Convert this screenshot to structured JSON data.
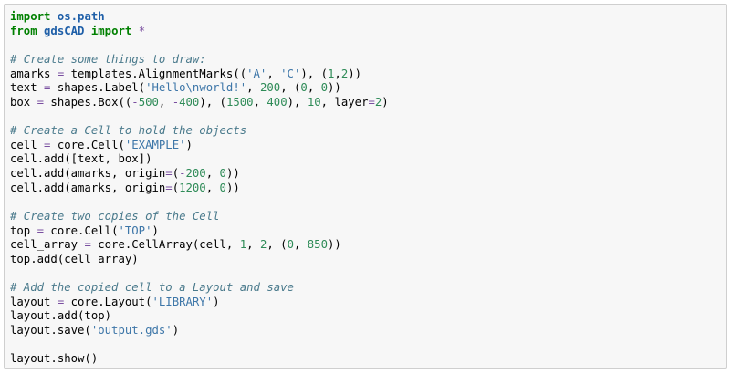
{
  "code_cell": {
    "lines": [
      [
        {
          "t": "kw",
          "v": "import"
        },
        {
          "t": "txt",
          "v": " "
        },
        {
          "t": "mod",
          "v": "os.path"
        }
      ],
      [
        {
          "t": "kw",
          "v": "from"
        },
        {
          "t": "txt",
          "v": " "
        },
        {
          "t": "mod",
          "v": "gdsCAD"
        },
        {
          "t": "txt",
          "v": " "
        },
        {
          "t": "kw",
          "v": "import"
        },
        {
          "t": "txt",
          "v": " "
        },
        {
          "t": "op",
          "v": "*"
        }
      ],
      [],
      [
        {
          "t": "cm",
          "v": "# Create some things to draw:"
        }
      ],
      [
        {
          "t": "txt",
          "v": "amarks "
        },
        {
          "t": "op",
          "v": "="
        },
        {
          "t": "txt",
          "v": " templates.AlignmentMarks(("
        },
        {
          "t": "str",
          "v": "'A'"
        },
        {
          "t": "txt",
          "v": ", "
        },
        {
          "t": "str",
          "v": "'C'"
        },
        {
          "t": "txt",
          "v": "), ("
        },
        {
          "t": "num",
          "v": "1"
        },
        {
          "t": "txt",
          "v": ","
        },
        {
          "t": "num",
          "v": "2"
        },
        {
          "t": "txt",
          "v": "))"
        }
      ],
      [
        {
          "t": "txt",
          "v": "text "
        },
        {
          "t": "op",
          "v": "="
        },
        {
          "t": "txt",
          "v": " shapes.Label("
        },
        {
          "t": "str",
          "v": "'Hello\\nworld!'"
        },
        {
          "t": "txt",
          "v": ", "
        },
        {
          "t": "num",
          "v": "200"
        },
        {
          "t": "txt",
          "v": ", ("
        },
        {
          "t": "num",
          "v": "0"
        },
        {
          "t": "txt",
          "v": ", "
        },
        {
          "t": "num",
          "v": "0"
        },
        {
          "t": "txt",
          "v": "))"
        }
      ],
      [
        {
          "t": "txt",
          "v": "box "
        },
        {
          "t": "op",
          "v": "="
        },
        {
          "t": "txt",
          "v": " shapes.Box(("
        },
        {
          "t": "op",
          "v": "-"
        },
        {
          "t": "num",
          "v": "500"
        },
        {
          "t": "txt",
          "v": ", "
        },
        {
          "t": "op",
          "v": "-"
        },
        {
          "t": "num",
          "v": "400"
        },
        {
          "t": "txt",
          "v": "), ("
        },
        {
          "t": "num",
          "v": "1500"
        },
        {
          "t": "txt",
          "v": ", "
        },
        {
          "t": "num",
          "v": "400"
        },
        {
          "t": "txt",
          "v": "), "
        },
        {
          "t": "num",
          "v": "10"
        },
        {
          "t": "txt",
          "v": ", layer"
        },
        {
          "t": "op",
          "v": "="
        },
        {
          "t": "num",
          "v": "2"
        },
        {
          "t": "txt",
          "v": ")"
        }
      ],
      [],
      [
        {
          "t": "cm",
          "v": "# Create a Cell to hold the objects"
        }
      ],
      [
        {
          "t": "txt",
          "v": "cell "
        },
        {
          "t": "op",
          "v": "="
        },
        {
          "t": "txt",
          "v": " core.Cell("
        },
        {
          "t": "str",
          "v": "'EXAMPLE'"
        },
        {
          "t": "txt",
          "v": ")"
        }
      ],
      [
        {
          "t": "txt",
          "v": "cell.add([text, box])"
        }
      ],
      [
        {
          "t": "txt",
          "v": "cell.add(amarks, origin"
        },
        {
          "t": "op",
          "v": "="
        },
        {
          "t": "txt",
          "v": "("
        },
        {
          "t": "op",
          "v": "-"
        },
        {
          "t": "num",
          "v": "200"
        },
        {
          "t": "txt",
          "v": ", "
        },
        {
          "t": "num",
          "v": "0"
        },
        {
          "t": "txt",
          "v": "))"
        }
      ],
      [
        {
          "t": "txt",
          "v": "cell.add(amarks, origin"
        },
        {
          "t": "op",
          "v": "="
        },
        {
          "t": "txt",
          "v": "("
        },
        {
          "t": "num",
          "v": "1200"
        },
        {
          "t": "txt",
          "v": ", "
        },
        {
          "t": "num",
          "v": "0"
        },
        {
          "t": "txt",
          "v": "))"
        }
      ],
      [],
      [
        {
          "t": "cm",
          "v": "# Create two copies of the Cell"
        }
      ],
      [
        {
          "t": "txt",
          "v": "top "
        },
        {
          "t": "op",
          "v": "="
        },
        {
          "t": "txt",
          "v": " core.Cell("
        },
        {
          "t": "str",
          "v": "'TOP'"
        },
        {
          "t": "txt",
          "v": ")"
        }
      ],
      [
        {
          "t": "txt",
          "v": "cell_array "
        },
        {
          "t": "op",
          "v": "="
        },
        {
          "t": "txt",
          "v": " core.CellArray(cell, "
        },
        {
          "t": "num",
          "v": "1"
        },
        {
          "t": "txt",
          "v": ", "
        },
        {
          "t": "num",
          "v": "2"
        },
        {
          "t": "txt",
          "v": ", ("
        },
        {
          "t": "num",
          "v": "0"
        },
        {
          "t": "txt",
          "v": ", "
        },
        {
          "t": "num",
          "v": "850"
        },
        {
          "t": "txt",
          "v": "))"
        }
      ],
      [
        {
          "t": "txt",
          "v": "top.add(cell_array)"
        }
      ],
      [],
      [
        {
          "t": "cm",
          "v": "# Add the copied cell to a Layout and save"
        }
      ],
      [
        {
          "t": "txt",
          "v": "layout "
        },
        {
          "t": "op",
          "v": "="
        },
        {
          "t": "txt",
          "v": " core.Layout("
        },
        {
          "t": "str",
          "v": "'LIBRARY'"
        },
        {
          "t": "txt",
          "v": ")"
        }
      ],
      [
        {
          "t": "txt",
          "v": "layout.add(top)"
        }
      ],
      [
        {
          "t": "txt",
          "v": "layout.save("
        },
        {
          "t": "str",
          "v": "'output.gds'"
        },
        {
          "t": "txt",
          "v": ")"
        }
      ],
      [],
      [
        {
          "t": "txt",
          "v": "layout.show()"
        }
      ]
    ]
  },
  "colors": {
    "background": "#f7f7f7",
    "border": "#cfcfcf",
    "keyword": "#008000",
    "module": "#1f5fa8",
    "comment": "#4a7a8c",
    "string": "#3d76a8",
    "number": "#2e8b57",
    "operator": "#7a4fa0"
  }
}
